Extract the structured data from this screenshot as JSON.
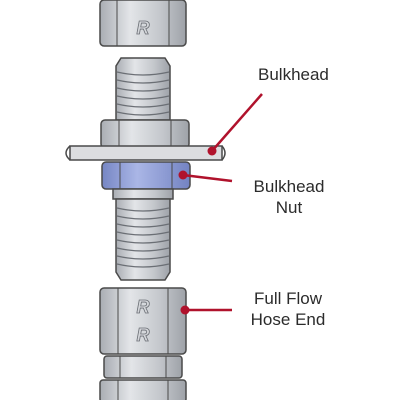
{
  "diagram": {
    "labels": {
      "bulkhead": [
        "Bulkhead"
      ],
      "bulkhead_nut": [
        "Bulkhead",
        "Nut"
      ],
      "hose_end": [
        "Full Flow",
        "Hose End"
      ]
    },
    "colors": {
      "steel": "#c7cacf",
      "steel_shadow": "#9ea2a8",
      "outline": "#4a4a4a",
      "bulkhead_nut": "#8fa0d6",
      "leader": "#b0122c",
      "plate": "#dcdde0",
      "text": "#2b2b2b"
    },
    "logo_letter": "R"
  }
}
